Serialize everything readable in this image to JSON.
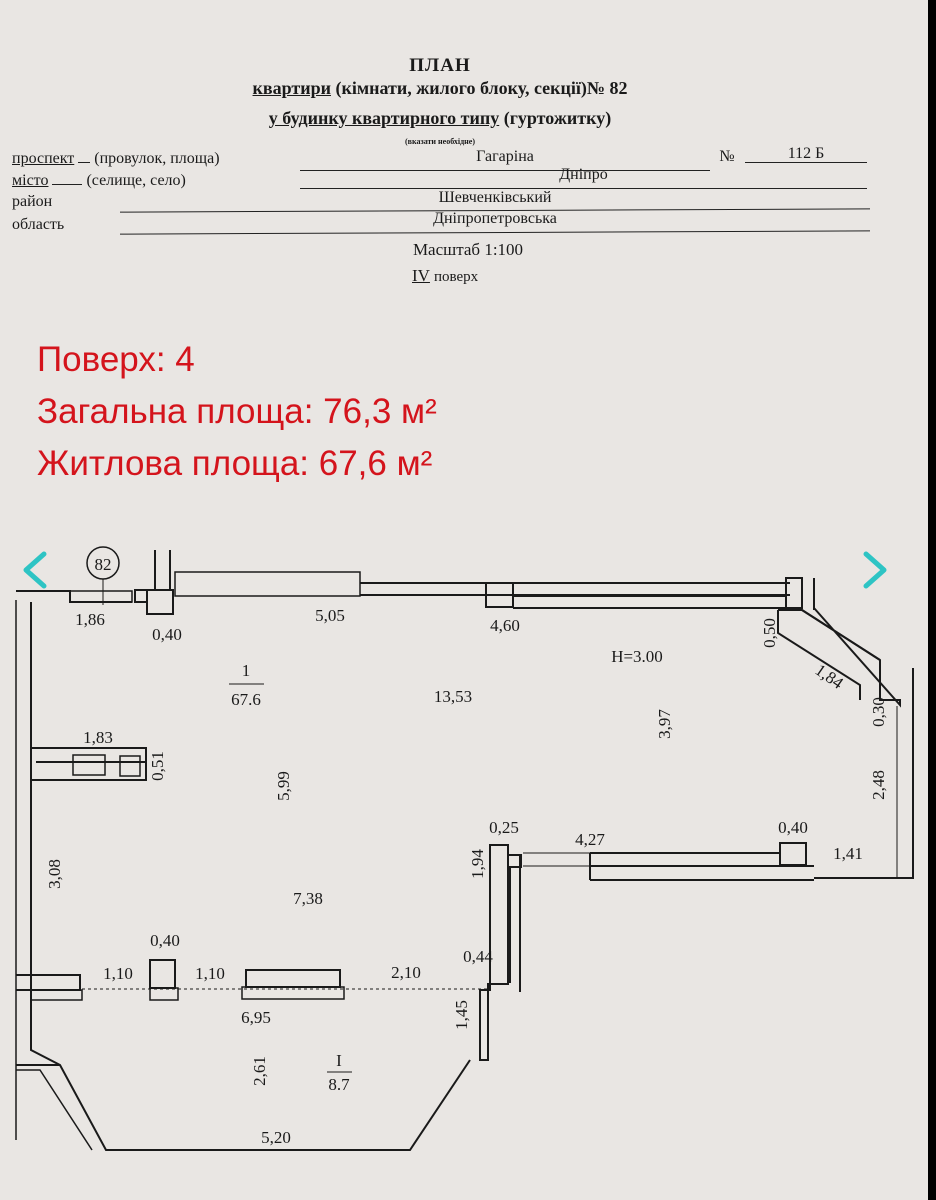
{
  "header": {
    "title": "ПЛАН",
    "line2_underlined": "квартири",
    "line2_rest": " (кімнати, жилого блоку, секції)№ 82",
    "line3_underlined": "у будинку квартирного типу",
    "line3_rest": " (гуртожитку)",
    "note": "(вказати необхідне)"
  },
  "address": {
    "street_label": "проспект",
    "street_alt": "(провулок, площа)",
    "street_value": "Гагаріна",
    "number_label": "№",
    "number_value": "112 Б",
    "city_label": "місто",
    "city_alt": "(селище, село)",
    "city_value": "Дніпро",
    "district_label": "район",
    "district_value": "Шевченківський",
    "region_label": "область",
    "region_value": "Дніпропетровська"
  },
  "scale": "Масштаб 1:100",
  "floor": {
    "number": "IV",
    "label": "поверх"
  },
  "summary": {
    "floor": "Поверх: 4",
    "total_area": "Загальна площа: 76,3 м²",
    "living_area": "Житлова площа: 67,6 м²",
    "color": "#d4141c"
  },
  "plan": {
    "apartment_number": "82",
    "ceiling_height": "H=3.00",
    "room_1": {
      "number": "1",
      "area": "67.6"
    },
    "room_I": {
      "number": "I",
      "area": "8.7"
    },
    "dimensions": {
      "d186": "1,86",
      "d040a": "0,40",
      "d505": "5,05",
      "d460": "4,60",
      "d050": "0,50",
      "d184": "1,84",
      "d030": "0,30",
      "d1353": "13,53",
      "d397": "3,97",
      "d248": "2,48",
      "d183": "1,83",
      "d051": "0,51",
      "d599": "5,99",
      "d025": "0,25",
      "d427": "4,27",
      "d040b": "0,40",
      "d141": "1,41",
      "d194": "1,94",
      "d308": "3,08",
      "d738": "7,38",
      "d040c": "0,40",
      "d044": "0,44",
      "d110a": "1,10",
      "d110b": "1,10",
      "d210": "2,10",
      "d695": "6,95",
      "d145": "1,45",
      "d261": "2,61",
      "d520": "5,20"
    }
  },
  "navigation": {
    "prev": "previous-image",
    "next": "next-image",
    "accent": "#2ec4c4"
  }
}
